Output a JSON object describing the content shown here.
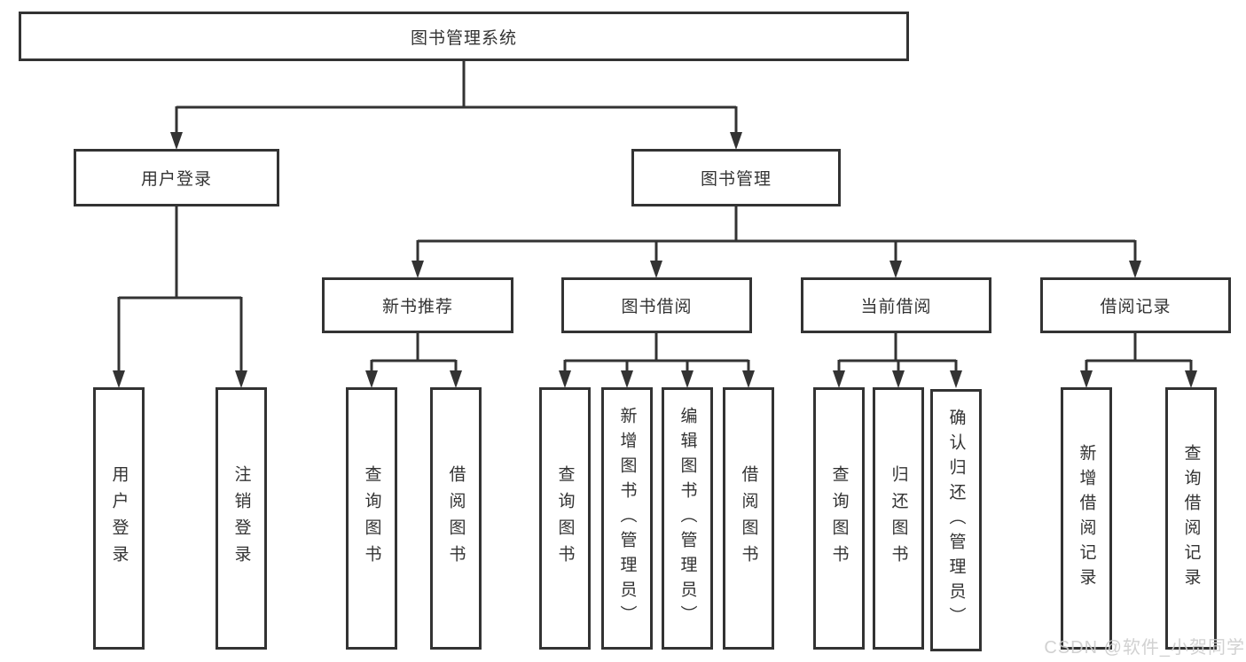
{
  "diagram": {
    "type": "hierarchy-tree",
    "colors": {
      "line": "#333333",
      "box_border": "#333333",
      "box_fill": "#ffffff",
      "text": "#333333",
      "watermark": "#cdcdcd"
    },
    "root": {
      "label": "图书管理系统"
    },
    "branches": [
      {
        "label": "用户登录",
        "leaves": [
          "用户登录",
          "注销登录"
        ]
      },
      {
        "label": "图书管理",
        "groups": [
          {
            "label": "新书推荐",
            "leaves": [
              "查询图书",
              "借阅图书"
            ]
          },
          {
            "label": "图书借阅",
            "leaves": [
              "查询图书",
              "新增图书（管理员）",
              "编辑图书（管理员）",
              "借阅图书"
            ]
          },
          {
            "label": "当前借阅",
            "leaves": [
              "查询图书",
              "归还图书",
              "确认归还（管理员）"
            ]
          },
          {
            "label": "借阅记录",
            "leaves": [
              "新增借阅记录",
              "查询借阅记录"
            ]
          }
        ]
      }
    ],
    "watermark": "CSDN @软件_小贺同学"
  }
}
